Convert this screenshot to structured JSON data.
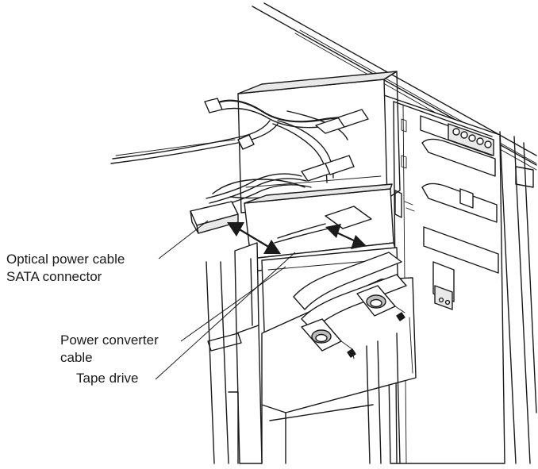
{
  "callouts": [
    {
      "id": "optical-power-cable",
      "lines": [
        "Optical power cable",
        "SATA connector"
      ]
    },
    {
      "id": "power-converter-cable",
      "lines": [
        "Power converter",
        "cable"
      ]
    },
    {
      "id": "tape-drive",
      "lines": [
        "Tape drive"
      ]
    }
  ]
}
